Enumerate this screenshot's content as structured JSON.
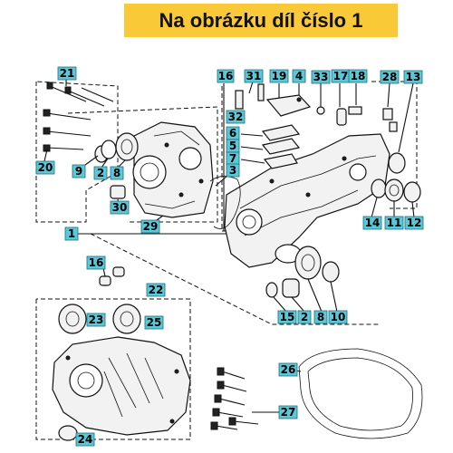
{
  "header": {
    "title": "Na obrázku díl číslo 1",
    "banner_color": "#f9c937"
  },
  "callouts": {
    "color": "#5cc7d6",
    "labels": [
      "21",
      "16",
      "31",
      "19",
      "4",
      "33",
      "17",
      "18",
      "28",
      "13",
      "32",
      "6",
      "5",
      "7",
      "3",
      "20",
      "9",
      "2",
      "8",
      "30",
      "29",
      "1",
      "14",
      "11",
      "12",
      "16",
      "22",
      "15",
      "2",
      "8",
      "10",
      "23",
      "25",
      "26",
      "24",
      "27"
    ]
  }
}
